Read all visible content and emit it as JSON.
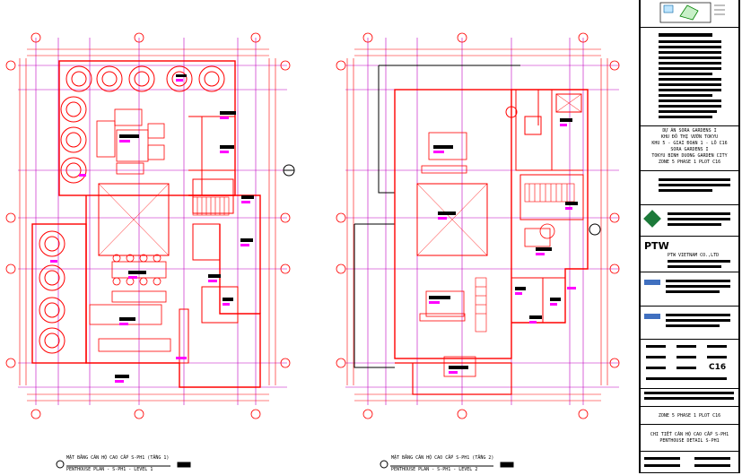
{
  "drawing": {
    "plan_left_caption_vn": "MẶT BẰNG CĂN HỘ CAO CẤP S-PH1 (TẦNG 1)",
    "plan_left_caption_en": "PENTHOUSE PLAN - S-PH1 - LEVEL 1",
    "plan_right_caption_vn": "MẶT BẰNG CĂN HỘ CAO CẤP S-PH1 (TẦNG 2)",
    "plan_right_caption_en": "PENTHOUSE PLAN - S-PH1 - LEVEL 2"
  },
  "title_block": {
    "project_lines": [
      "DỰ ÁN SORA GARDENS I",
      "KHU ĐÔ THỊ VƯỜN TOKYU",
      "KHU 5 - GIAI ĐOẠN 1 - LÔ C16",
      "SORA GARDENS I",
      "TOKYU BINH DUONG GARDEN CITY",
      "ZONE 5 PHASE 1 PLOT C16"
    ],
    "consultant": "PTW",
    "consultant_name": "PTW VIETNAM CO.,LTD",
    "zone_text": "ZONE 5 PHASE 1 PLOT C16",
    "sheet_title_vn": "CHI TIẾT CĂN HỘ CAO CẤP S-PH1",
    "sheet_title_en": "PENTHOUSE DETAIL S-PH1",
    "sheet_code": "C16"
  },
  "colors": {
    "wall": "#ff0000",
    "axis": "#c000c0",
    "furniture": "#ff0000",
    "label": "#ff00ff",
    "ink": "#000000"
  }
}
